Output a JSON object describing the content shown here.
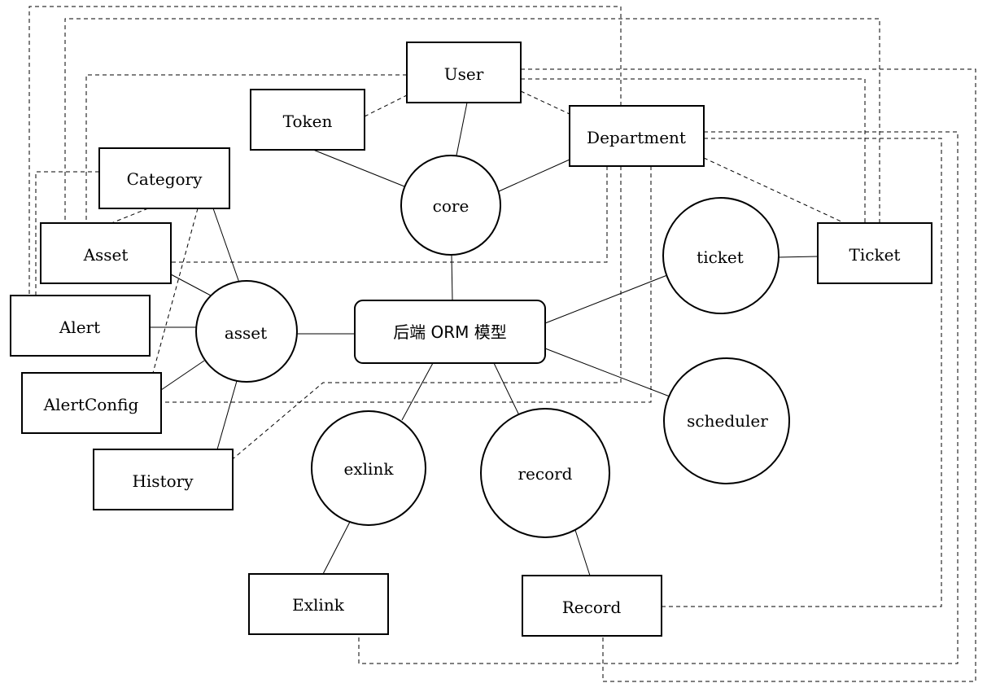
{
  "diagram": {
    "center": {
      "label": "后端 ORM 模型"
    },
    "modules": {
      "core": "core",
      "asset": "asset",
      "ticket": "ticket",
      "scheduler": "scheduler",
      "exlink": "exlink",
      "record": "record"
    },
    "models": {
      "user": "User",
      "token": "Token",
      "department": "Department",
      "category": "Category",
      "asset": "Asset",
      "alert": "Alert",
      "alertconfig": "AlertConfig",
      "history": "History",
      "ticket": "Ticket",
      "exlink": "Exlink",
      "record": "Record"
    }
  }
}
